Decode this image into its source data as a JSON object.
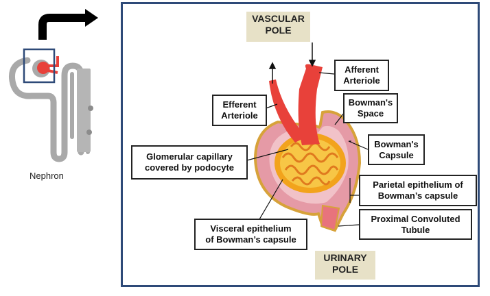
{
  "nephron_label": "Nephron",
  "poles": {
    "vascular": [
      "VASCULAR",
      "POLE"
    ],
    "urinary": [
      "URINARY",
      "POLE"
    ]
  },
  "labels": {
    "afferent": [
      "Afferent",
      "Arteriole"
    ],
    "efferent": [
      "Efferent",
      "Arteriole"
    ],
    "bowmans_space": [
      "Bowman's",
      "Space"
    ],
    "bowmans_capsule": [
      "Bowman's",
      "Capsule"
    ],
    "glomerular": [
      "Glomerular capillary",
      "covered by podocyte"
    ],
    "parietal": [
      "Parietal epithelium of",
      "Bowman’s capsule"
    ],
    "visceral": [
      "Visceral epithelium",
      "of Bowman’s capsule"
    ],
    "pct": [
      "Proximal Convoluted",
      "Tubule"
    ]
  },
  "colors": {
    "frame": "#2e4a78",
    "pole_bg": "#e7e1c7",
    "artery": "#e8413a",
    "capsule": "#e59aa6",
    "glomerulus": "#f2a31c"
  }
}
